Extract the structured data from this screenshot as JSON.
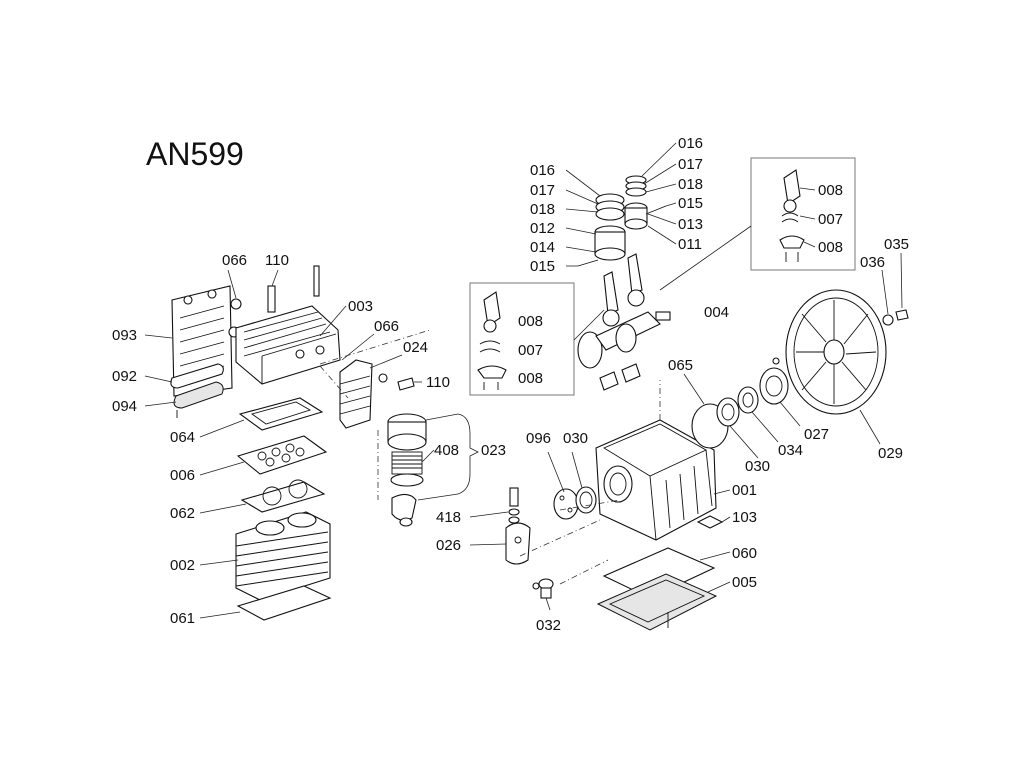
{
  "title": "AN599",
  "labels": {
    "l016a": "016",
    "l017a": "017",
    "l018a": "018",
    "l012": "012",
    "l014": "014",
    "l015a": "015",
    "l016b": "016",
    "l017b": "017",
    "l018b": "018",
    "l015b": "015",
    "l013": "013",
    "l011": "011",
    "l008a": "008",
    "l007a": "007",
    "l008b": "008",
    "l035": "035",
    "l036": "036",
    "l066a": "066",
    "l110a": "110",
    "l003": "003",
    "l066b": "066",
    "l024": "024",
    "l110b": "110",
    "l093": "093",
    "l092": "092",
    "l094": "094",
    "l008c": "008",
    "l007b": "007",
    "l008d": "008",
    "l004": "004",
    "l064": "064",
    "l006": "006",
    "l062": "062",
    "l002": "002",
    "l061": "061",
    "l408": "408",
    "l023": "023",
    "l096": "096",
    "l030a": "030",
    "l065": "065",
    "l030b": "030",
    "l034": "034",
    "l027": "027",
    "l029": "029",
    "l001": "001",
    "l103": "103",
    "l418": "418",
    "l026": "026",
    "l060": "060",
    "l005": "005",
    "l032": "032"
  }
}
